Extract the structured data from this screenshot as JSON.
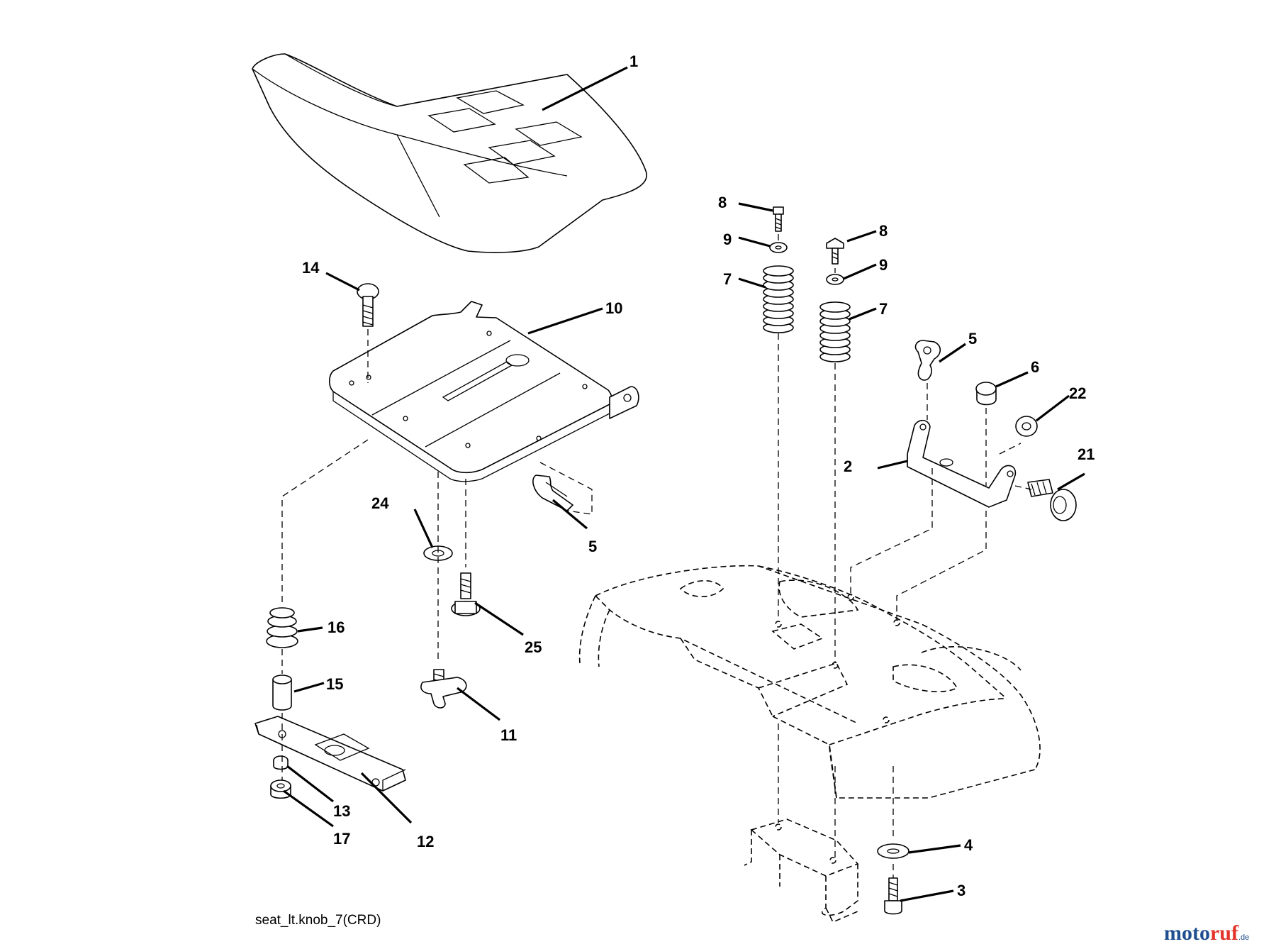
{
  "callouts": {
    "c1": "1",
    "c2": "2",
    "c3": "3",
    "c4": "4",
    "c5a": "5",
    "c5b": "5",
    "c6": "6",
    "c7a": "7",
    "c7b": "7",
    "c8a": "8",
    "c8b": "8",
    "c9a": "9",
    "c9b": "9",
    "c10": "10",
    "c11": "11",
    "c12": "12",
    "c13": "13",
    "c14": "14",
    "c15": "15",
    "c16": "16",
    "c17": "17",
    "c21": "21",
    "c22": "22",
    "c24": "24",
    "c25": "25"
  },
  "caption": "seat_lt.knob_7(CRD)",
  "watermark": {
    "part1": "moto",
    "part2": "ruf",
    "suffix": ".de"
  },
  "colors": {
    "watermark_blue": "#1f4f8f",
    "watermark_red": "#e2342a"
  }
}
